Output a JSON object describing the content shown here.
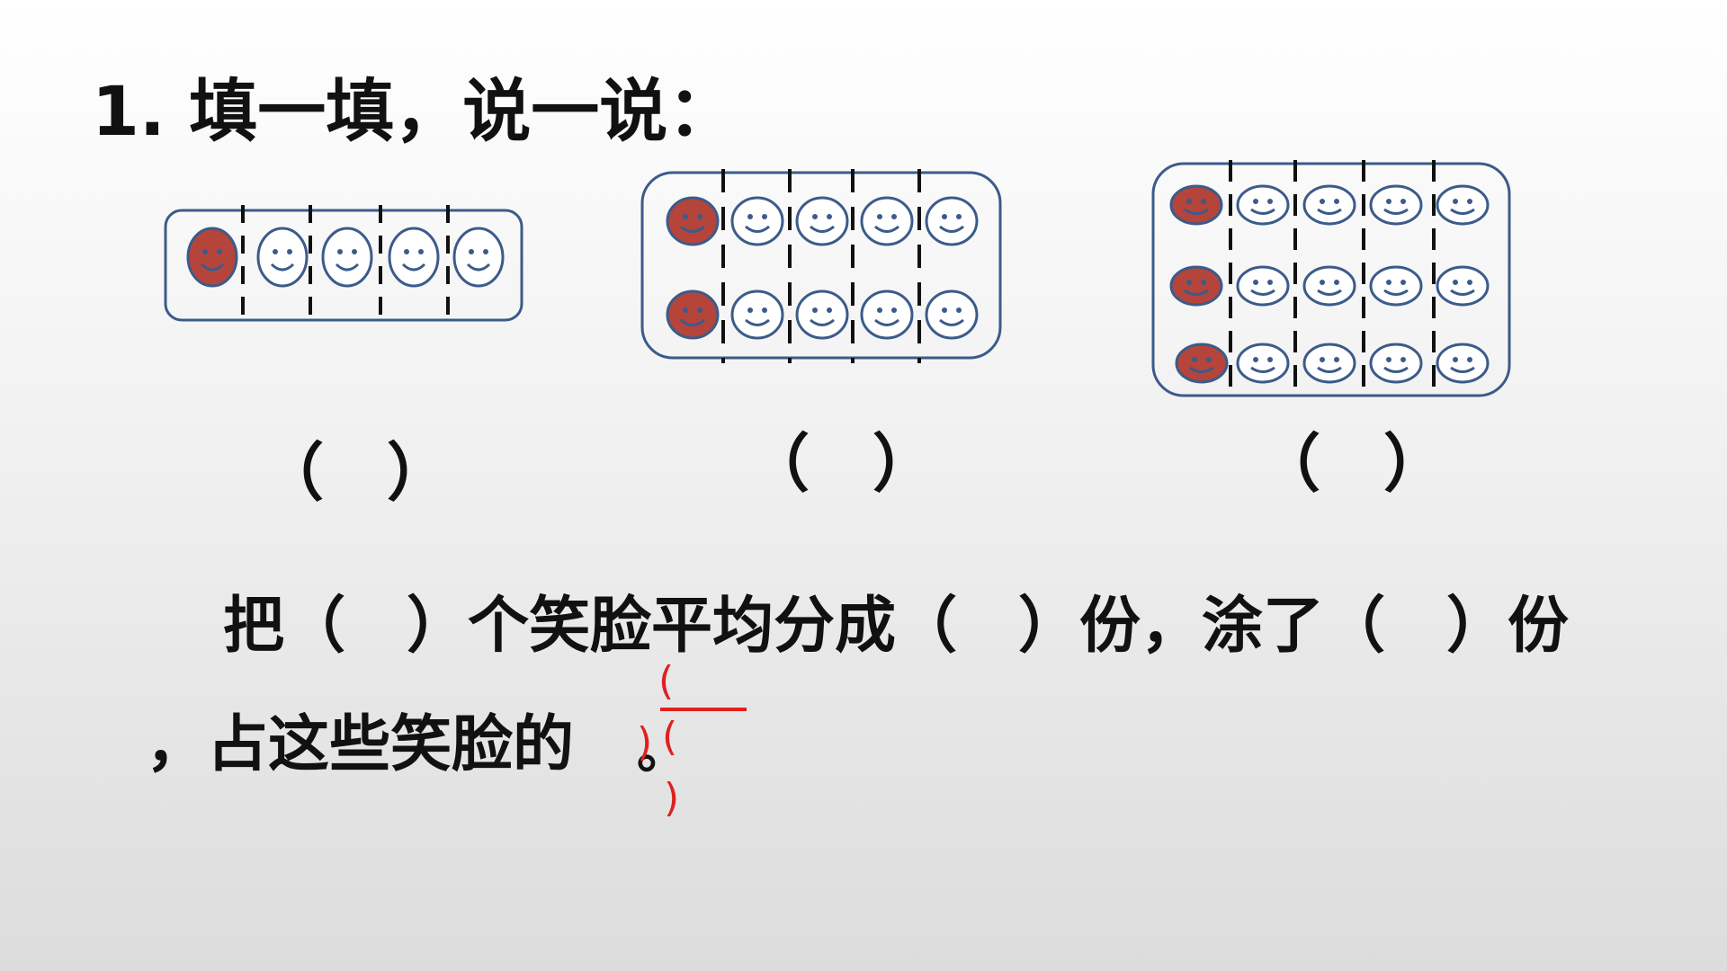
{
  "title": "1. 填一填，说一说：",
  "answer_blanks": [
    "（　）",
    "（　）",
    "（　）"
  ],
  "sentence": {
    "line1": "把（　）个笑脸平均分成（　）份，涂了（　）份",
    "line2": "，占这些笑脸的",
    "period": "。"
  },
  "fraction_marks": {
    "numerator_open": "(",
    "denominator_open": "(",
    "stray_close": ")",
    "bottom_close": ")"
  },
  "figures": [
    {
      "rows": 1,
      "cols": 5,
      "shaded_col": 0
    },
    {
      "rows": 2,
      "cols": 5,
      "shaded_col": 0
    },
    {
      "rows": 3,
      "cols": 5,
      "shaded_col": 0
    }
  ],
  "colors": {
    "frame": "#3b5b8a",
    "smiley_outline": "#3b5b8a",
    "shaded_fill": "#b5443b",
    "divider": "#111111",
    "fraction_red": "#e02020"
  }
}
